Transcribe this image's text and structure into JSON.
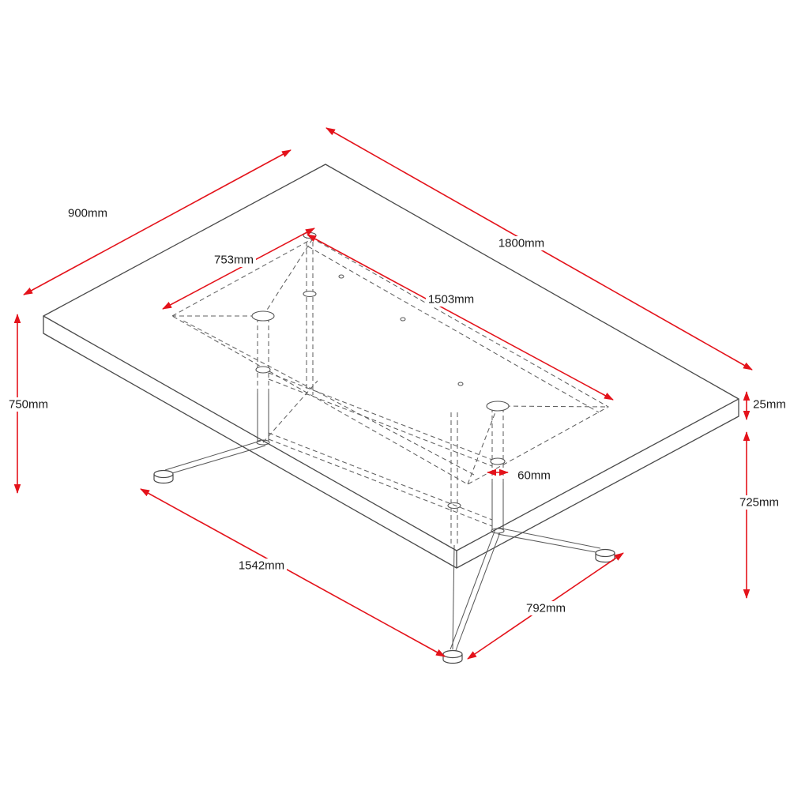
{
  "diagram": {
    "title": "Table isometric dimension drawing",
    "subject": "rectangular boardroom table with twin pedestal base",
    "colors": {
      "dimension_red": "#e4131b",
      "linework_gray": "#4a4a4a",
      "label_text": "#1a1a1a",
      "background": "#ffffff"
    },
    "dimensions": {
      "top_depth": "900mm",
      "top_length": "1800mm",
      "frame_depth": "753mm",
      "frame_length": "1503mm",
      "overall_height": "750mm",
      "top_thickness": "25mm",
      "clearance_height": "725mm",
      "column_width": "60mm",
      "base_length": "1542mm",
      "base_depth": "792mm"
    }
  }
}
